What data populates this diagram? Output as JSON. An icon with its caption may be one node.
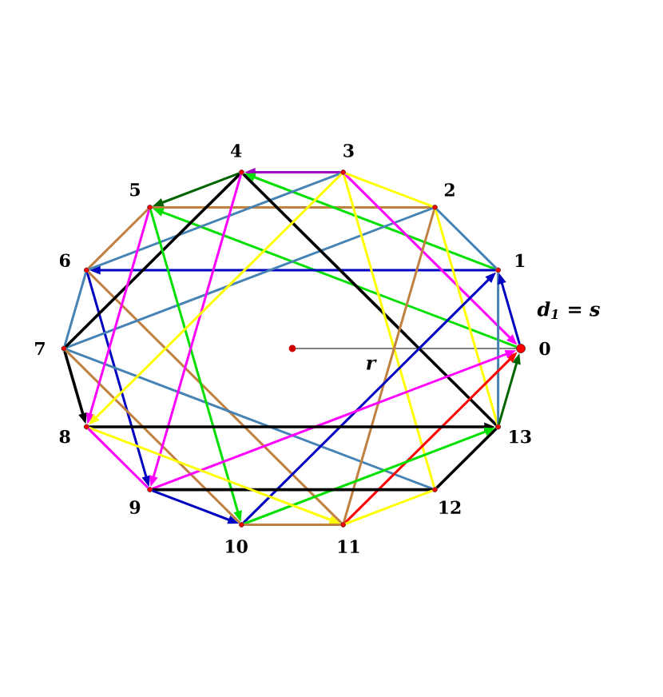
{
  "diagram": {
    "nodes": [
      {
        "text": [],
        "shape": "circle",
        "beside": [
          "0"
        ]
      },
      {
        "text": [],
        "shape": "circle",
        "beside": [
          "1"
        ]
      },
      {
        "text": [],
        "shape": "circle",
        "beside": [
          "2"
        ]
      },
      {
        "text": [],
        "shape": "circle",
        "beside": [
          "3"
        ]
      },
      {
        "text": [],
        "shape": "circle",
        "beside": [
          "4"
        ]
      },
      {
        "text": [],
        "shape": "circle",
        "beside": [
          "5"
        ]
      },
      {
        "text": [],
        "shape": "circle",
        "beside": [
          "6"
        ]
      },
      {
        "text": [],
        "shape": "circle",
        "beside": [
          "7"
        ]
      },
      {
        "text": [],
        "shape": "circle",
        "beside": [
          "8"
        ]
      },
      {
        "text": [],
        "shape": "circle",
        "beside": [
          "9"
        ]
      },
      {
        "text": [],
        "shape": "circle",
        "beside": [
          "10"
        ]
      },
      {
        "text": [],
        "shape": "circle",
        "beside": [
          "11"
        ]
      },
      {
        "text": [],
        "shape": "circle",
        "beside": [
          "12"
        ]
      },
      {
        "text": [],
        "shape": "circle",
        "beside": [
          "13"
        ]
      }
    ],
    "edges": [
      {
        "from": 3,
        "to": 4,
        "arrow": "to",
        "color": "#a000c0"
      },
      {
        "from": 4,
        "to": 5,
        "arrow": "to",
        "color": "#006400"
      },
      {
        "from": 5,
        "to": 2,
        "arrow": "none",
        "color": "#c08040"
      },
      {
        "from": 0,
        "to": 5,
        "arrow": "to",
        "color": "#00e000"
      },
      {
        "from": 1,
        "to": 4,
        "arrow": "to",
        "color": "#00e000"
      },
      {
        "from": 1,
        "to": 6,
        "arrow": "to",
        "color": "#0000c0"
      },
      {
        "from": 5,
        "to": 6,
        "arrow": "none",
        "color": "#c08040"
      },
      {
        "from": 6,
        "to": 7,
        "arrow": "none",
        "color": "#4682b4"
      },
      {
        "from": 6,
        "to": 9,
        "arrow": "to",
        "color": "#0000c0"
      },
      {
        "from": 6,
        "to": 11,
        "arrow": "none",
        "color": "#c08040"
      },
      {
        "from": 3,
        "to": 6,
        "arrow": "none",
        "color": "#4682b4"
      },
      {
        "from": 7,
        "to": 2,
        "arrow": "none",
        "color": "#4682b4"
      },
      {
        "from": 7,
        "to": 12,
        "arrow": "none",
        "color": "#4682b4"
      },
      {
        "from": 7,
        "to": 4,
        "arrow": "none",
        "color": "#000000"
      },
      {
        "from": 7,
        "to": 8,
        "arrow": "to",
        "color": "#000000"
      },
      {
        "from": 7,
        "to": 10,
        "arrow": "none",
        "color": "#c08040"
      },
      {
        "from": 5,
        "to": 8,
        "arrow": "to",
        "color": "#ff00ff"
      },
      {
        "from": 5,
        "to": 10,
        "arrow": "to",
        "color": "#00e000"
      },
      {
        "from": 4,
        "to": 9,
        "arrow": "to",
        "color": "#ff00ff"
      },
      {
        "from": 4,
        "to": 13,
        "arrow": "none",
        "color": "#000000"
      },
      {
        "from": 3,
        "to": 8,
        "arrow": "to",
        "color": "#ffff00"
      },
      {
        "from": 3,
        "to": 12,
        "arrow": "none",
        "color": "#ffff00"
      },
      {
        "from": 3,
        "to": 0,
        "arrow": "to",
        "color": "#ff00ff"
      },
      {
        "from": 3,
        "to": 2,
        "arrow": "none",
        "color": "#ffff00"
      },
      {
        "from": 2,
        "to": 11,
        "arrow": "none",
        "color": "#c08040"
      },
      {
        "from": 2,
        "to": 13,
        "arrow": "none",
        "color": "#ffff00"
      },
      {
        "from": 2,
        "to": 1,
        "arrow": "none",
        "color": "#4682b4"
      },
      {
        "from": 10,
        "to": 1,
        "arrow": "to",
        "color": "#0000c0"
      },
      {
        "from": 1,
        "to": 13,
        "arrow": "none",
        "color": "#4682b4"
      },
      {
        "from": 0,
        "to": 1,
        "arrow": "to",
        "color": "#0000c0"
      },
      {
        "from": 13,
        "to": 0,
        "arrow": "to",
        "color": "#006400"
      },
      {
        "from": 11,
        "to": 0,
        "arrow": "to",
        "color": "#ff0000"
      },
      {
        "from": 9,
        "to": 0,
        "arrow": "to",
        "color": "#ff00ff"
      },
      {
        "from": 8,
        "to": 13,
        "arrow": "to",
        "color": "#000000"
      },
      {
        "from": 13,
        "to": 12,
        "arrow": "none",
        "color": "#000000"
      },
      {
        "from": 10,
        "to": 13,
        "arrow": "to",
        "color": "#00e000"
      },
      {
        "from": 12,
        "to": 9,
        "arrow": "none",
        "color": "#000000"
      },
      {
        "from": 11,
        "to": 12,
        "arrow": "none",
        "color": "#ffff00"
      },
      {
        "from": 8,
        "to": 11,
        "arrow": "to",
        "color": "#ffff00"
      },
      {
        "from": 11,
        "to": 10,
        "arrow": "none",
        "color": "#c08040"
      },
      {
        "from": 9,
        "to": 10,
        "arrow": "to",
        "color": "#0000c0"
      },
      {
        "from": 9,
        "to": 8,
        "arrow": "none",
        "color": "#ff00ff"
      }
    ],
    "labels": [
      "r",
      "d$_{1}$ = s"
    ]
  }
}
